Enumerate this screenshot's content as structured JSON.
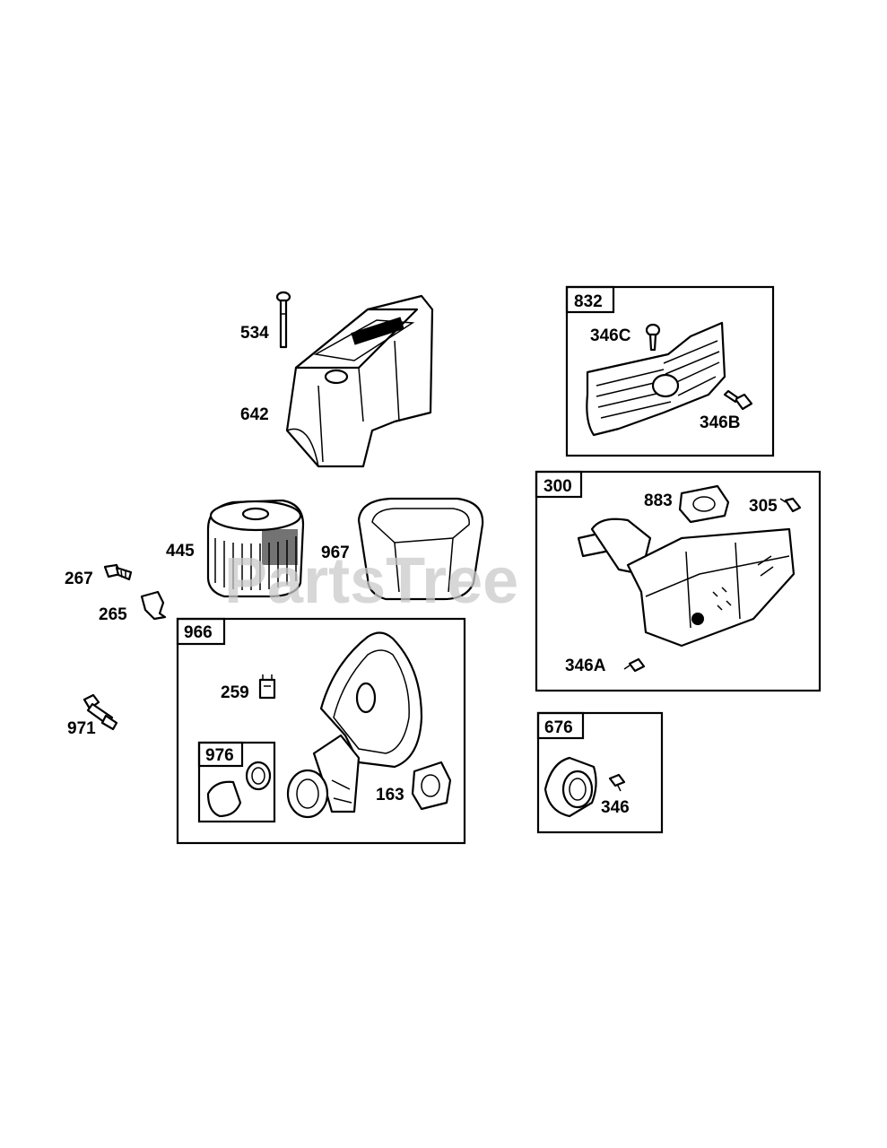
{
  "watermark": "PartsTree",
  "parts": {
    "p534": "534",
    "p642": "642",
    "p445": "445",
    "p967": "967",
    "p267": "267",
    "p265": "265",
    "p971": "971",
    "p259": "259",
    "p163": "163",
    "p346C": "346C",
    "p346B": "346B",
    "p883": "883",
    "p305": "305",
    "p346A": "346A",
    "p346": "346"
  },
  "boxes": {
    "b832": "832",
    "b300": "300",
    "b966": "966",
    "b976": "976",
    "b676": "676"
  }
}
